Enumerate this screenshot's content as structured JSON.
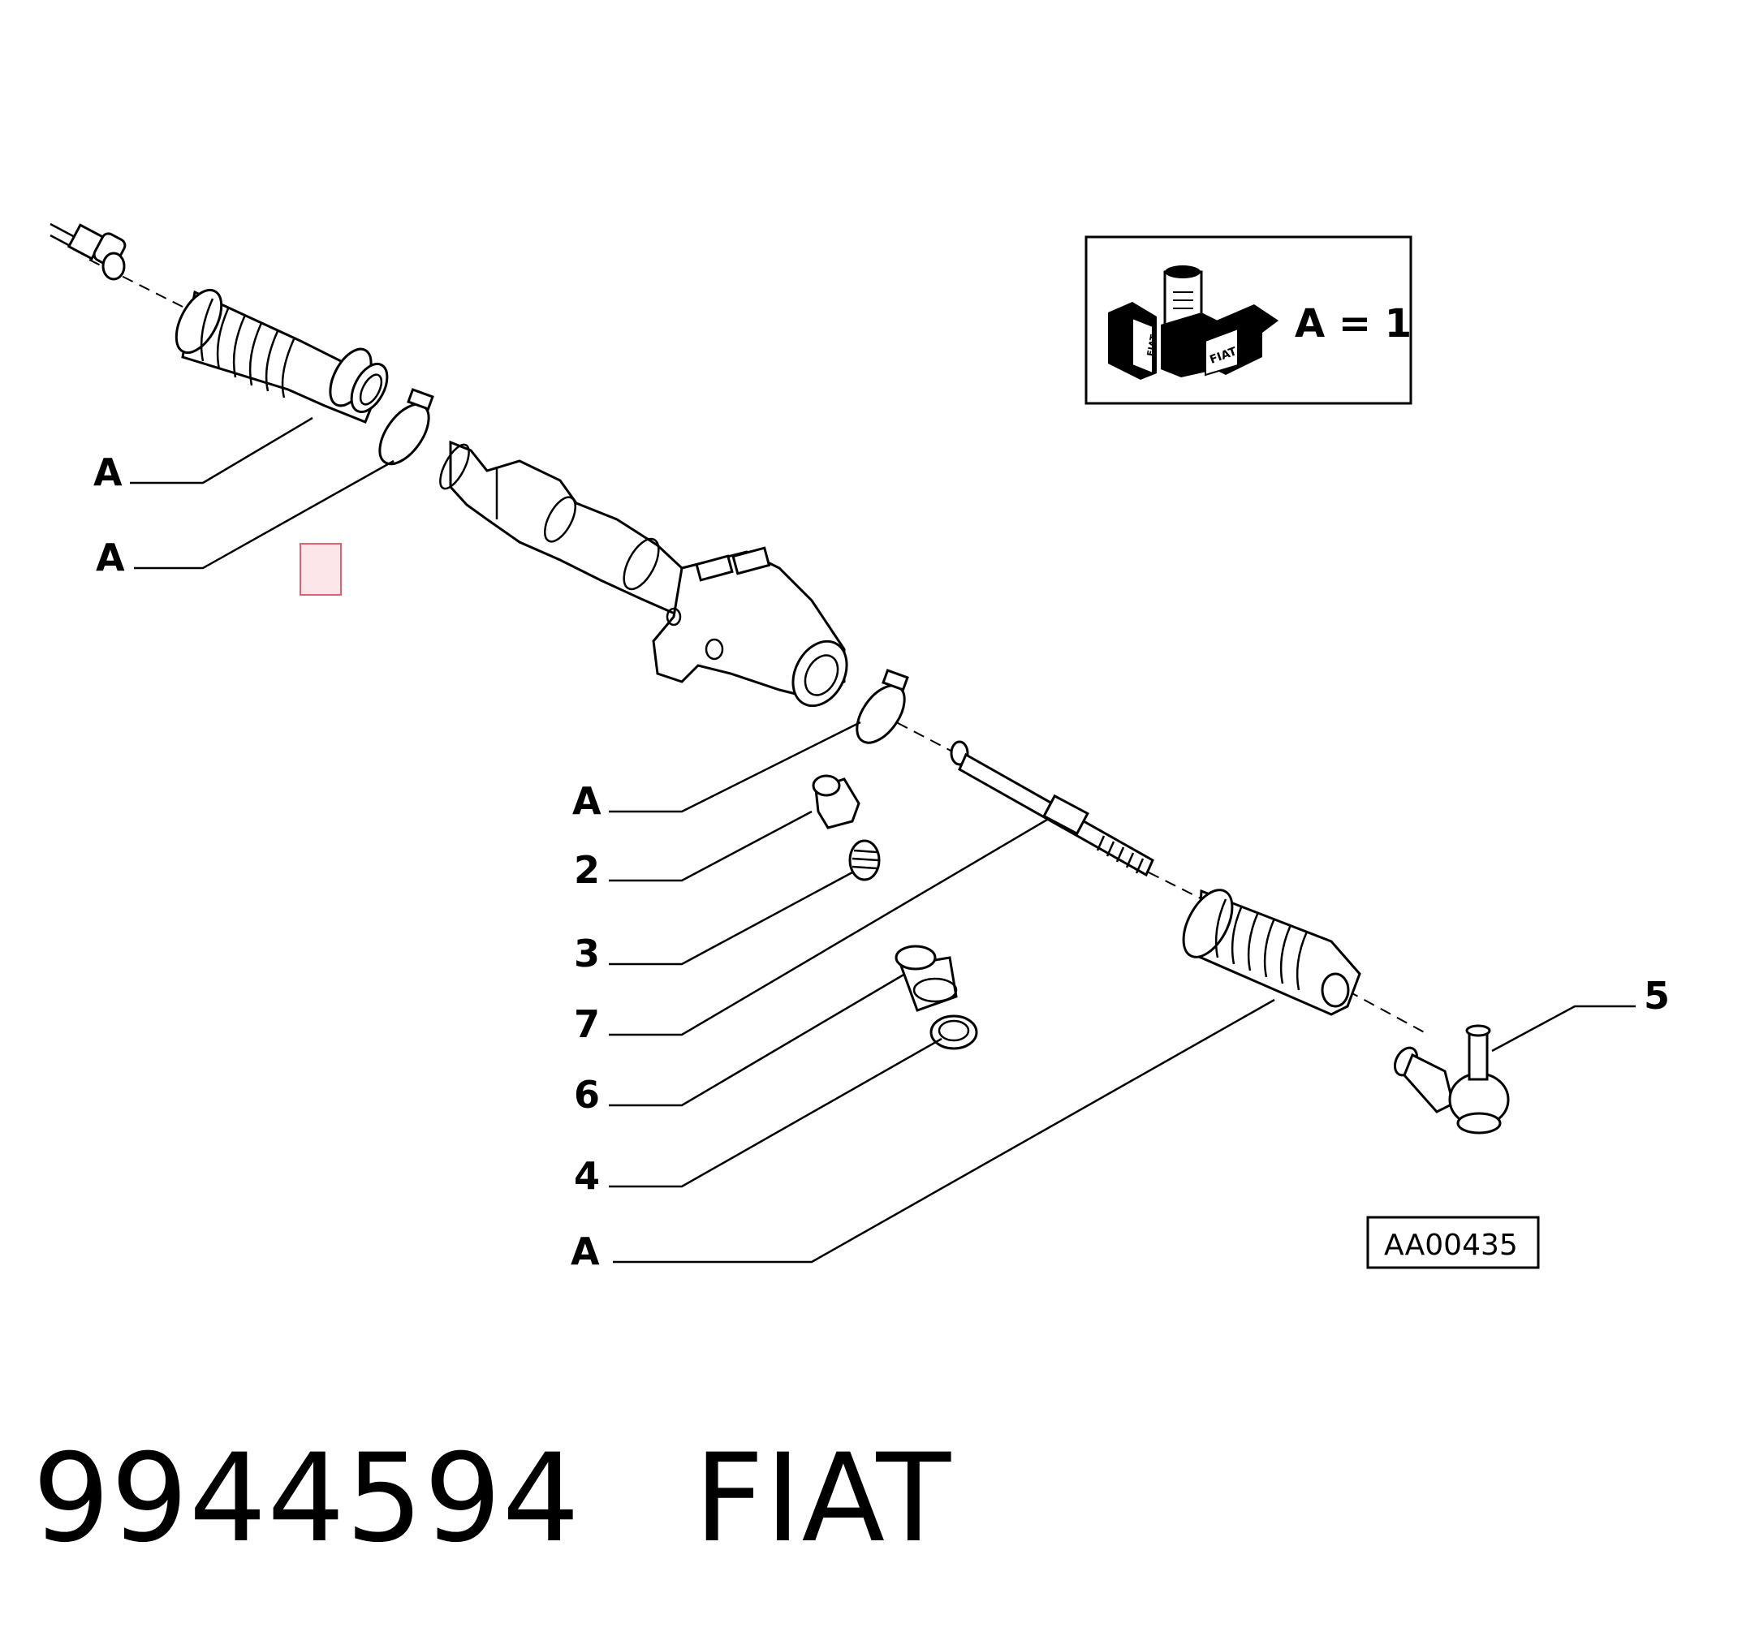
{
  "callouts": [
    {
      "id": "a1",
      "label": "A"
    },
    {
      "id": "a2",
      "label": "A"
    },
    {
      "id": "a3",
      "label": "A"
    },
    {
      "id": "c2",
      "label": "2"
    },
    {
      "id": "c3",
      "label": "3"
    },
    {
      "id": "c7",
      "label": "7"
    },
    {
      "id": "c6",
      "label": "6"
    },
    {
      "id": "c4",
      "label": "4"
    },
    {
      "id": "a4",
      "label": "A"
    },
    {
      "id": "c5",
      "label": "5"
    }
  ],
  "kit_box": {
    "text": "A = 1",
    "logo_text": "FIAT"
  },
  "reference_code": "AA00435",
  "footer": {
    "part_number": "9944594",
    "brand": "FIAT"
  }
}
